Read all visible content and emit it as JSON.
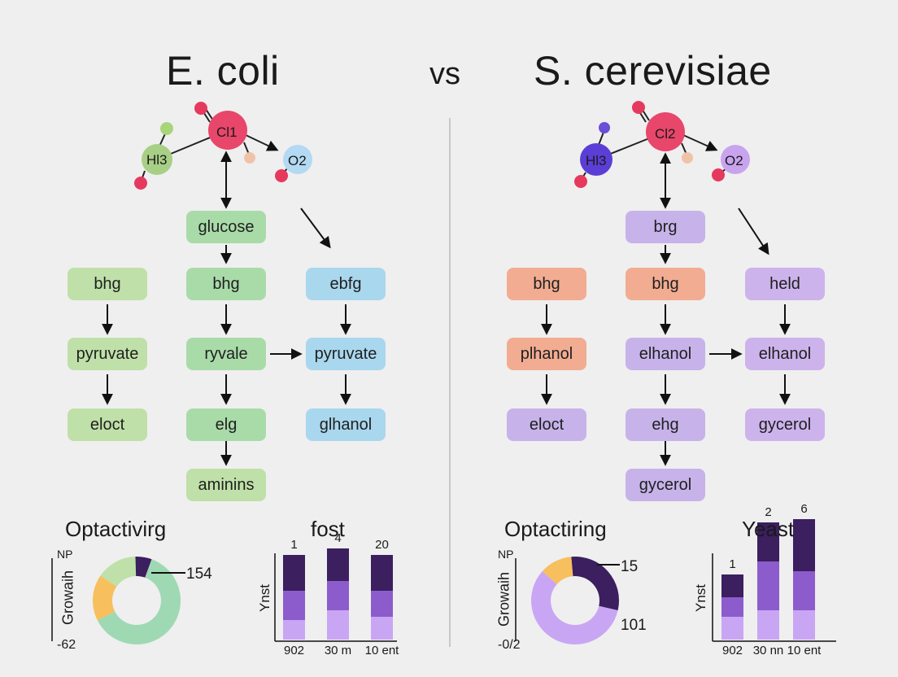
{
  "titles": {
    "left": "E. coli",
    "vs": "vs",
    "right": "S. cerevisiae"
  },
  "colors": {
    "green": "#a9dba9",
    "lime": "#bfe0a8",
    "blue": "#a9d7ee",
    "salmon": "#f2ac92",
    "purple": "#c7b3ea",
    "lilac": "#cdb3ec",
    "bar_dark": "#3b1f5f",
    "bar_mid": "#8c5ccc",
    "bar_light": "#c9a6f4",
    "donut_green": "#9ed9b4",
    "donut_yellow": "#f8bf5e",
    "donut_lightgreen": "#bfe0a8",
    "donut_dark": "#3b1f5f",
    "donut_lavender": "#c9a6f4"
  },
  "left": {
    "molecule": {
      "a": "Hl3",
      "b": "Cl1",
      "c": "O2"
    },
    "boxes": {
      "glucose": "glucose",
      "c1r1": "bhg",
      "c2r1": "bhg",
      "c3r1": "ebfg",
      "c1r2": "pyruvate",
      "c2r2": "ryvale",
      "c3r2": "pyruvate",
      "c1r3": "eloct",
      "c2r3": "elg",
      "c3r3": "glhanol",
      "c2r4": "aminins"
    },
    "section_label": "Optactivirg",
    "bar_title": "fost",
    "donut": {
      "axis_label": "Growaih",
      "top_label": "NP",
      "bottom_label": "-62",
      "callout": "154",
      "segments": [
        {
          "value": 62,
          "color": "#9ed9b4"
        },
        {
          "value": 17,
          "color": "#f8bf5e"
        },
        {
          "value": 15,
          "color": "#bfe0a8"
        },
        {
          "value": 6,
          "color": "#3b1f5f"
        }
      ]
    },
    "bars": {
      "y_label": "Ynst",
      "categories": [
        "902",
        "30 m",
        "10 ent"
      ],
      "top_labels": [
        "1",
        "4",
        "20"
      ],
      "stacks": [
        [
          0.3,
          0.45,
          0.55
        ],
        [
          0.45,
          0.45,
          0.5
        ],
        [
          0.35,
          0.4,
          0.55
        ]
      ]
    }
  },
  "right": {
    "molecule": {
      "a": "Hl3",
      "b": "Cl2",
      "c": "O2"
    },
    "boxes": {
      "top": "brg",
      "c1r1": "bhg",
      "c2r1": "bhg",
      "c3r1": "held",
      "c1r2": "plhanol",
      "c2r2": "elhanol",
      "c3r2": "elhanol",
      "c1r3": "eloct",
      "c2r3": "ehg",
      "c3r3": "gycerol",
      "c2r4": "gycerol"
    },
    "section_label": "Optactiring",
    "bar_title": "Yeast",
    "donut": {
      "axis_label": "Growaih",
      "top_label": "NP",
      "bottom_label": "-0/2",
      "callout_top": "15",
      "callout_bottom": "101",
      "segments": [
        {
          "value": 30,
          "color": "#3b1f5f"
        },
        {
          "value": 58,
          "color": "#c9a6f4"
        },
        {
          "value": 12,
          "color": "#f8bf5e"
        }
      ]
    },
    "bars": {
      "y_label": "Ynst",
      "categories": [
        "902",
        "30 nn",
        "10 ent"
      ],
      "top_labels": [
        "1",
        "2",
        "6"
      ],
      "stacks": [
        [
          0.35,
          0.3,
          0.35
        ],
        [
          0.45,
          0.75,
          0.6
        ],
        [
          0.45,
          0.6,
          0.8
        ]
      ]
    }
  }
}
